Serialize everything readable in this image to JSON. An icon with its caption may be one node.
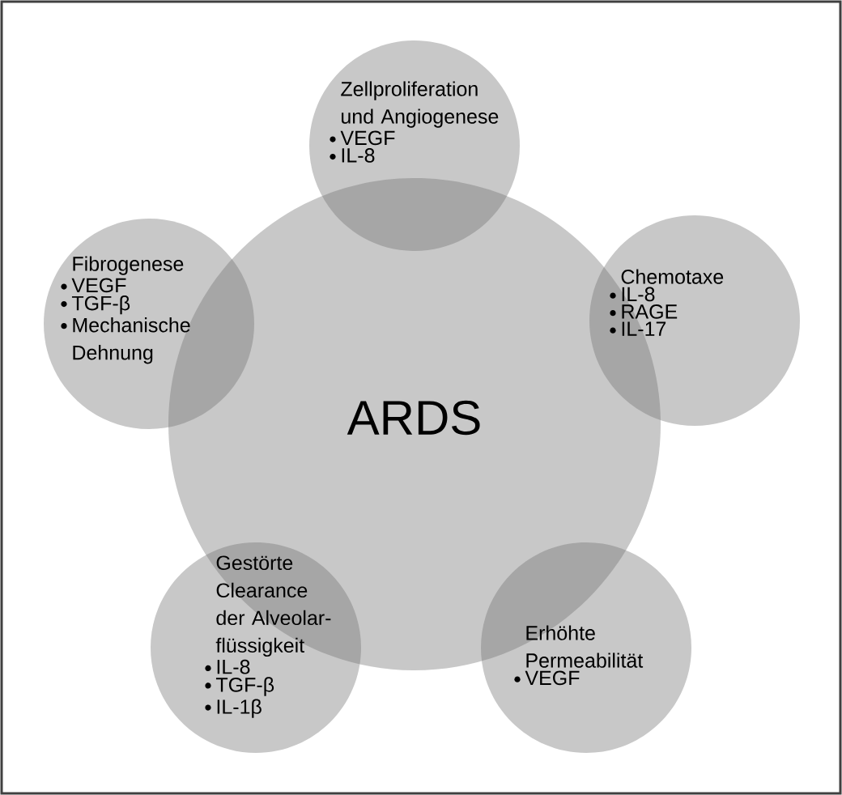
{
  "diagram": {
    "nodes": [
      {
        "text": [
          "ARDS"
        ]
      },
      {
        "text": [
          "Zellproliferation und Angiogenese",
          "VEGF",
          "IL-8"
        ]
      },
      {
        "text": [
          "Chemotaxe",
          "IL-8",
          "RAGE",
          "IL-17"
        ]
      },
      {
        "text": [
          "Fibrogenese",
          "VEGF",
          "TGF-β",
          "Mechanische Dehnung"
        ]
      },
      {
        "text": [
          "Gestörte Clearance der Alveolar-flüssigkeit",
          "IL-8",
          "TGF-β",
          "IL-1β"
        ]
      },
      {
        "text": [
          "Erhöhte Permeabilität",
          "VEGF"
        ]
      }
    ],
    "edges": []
  }
}
